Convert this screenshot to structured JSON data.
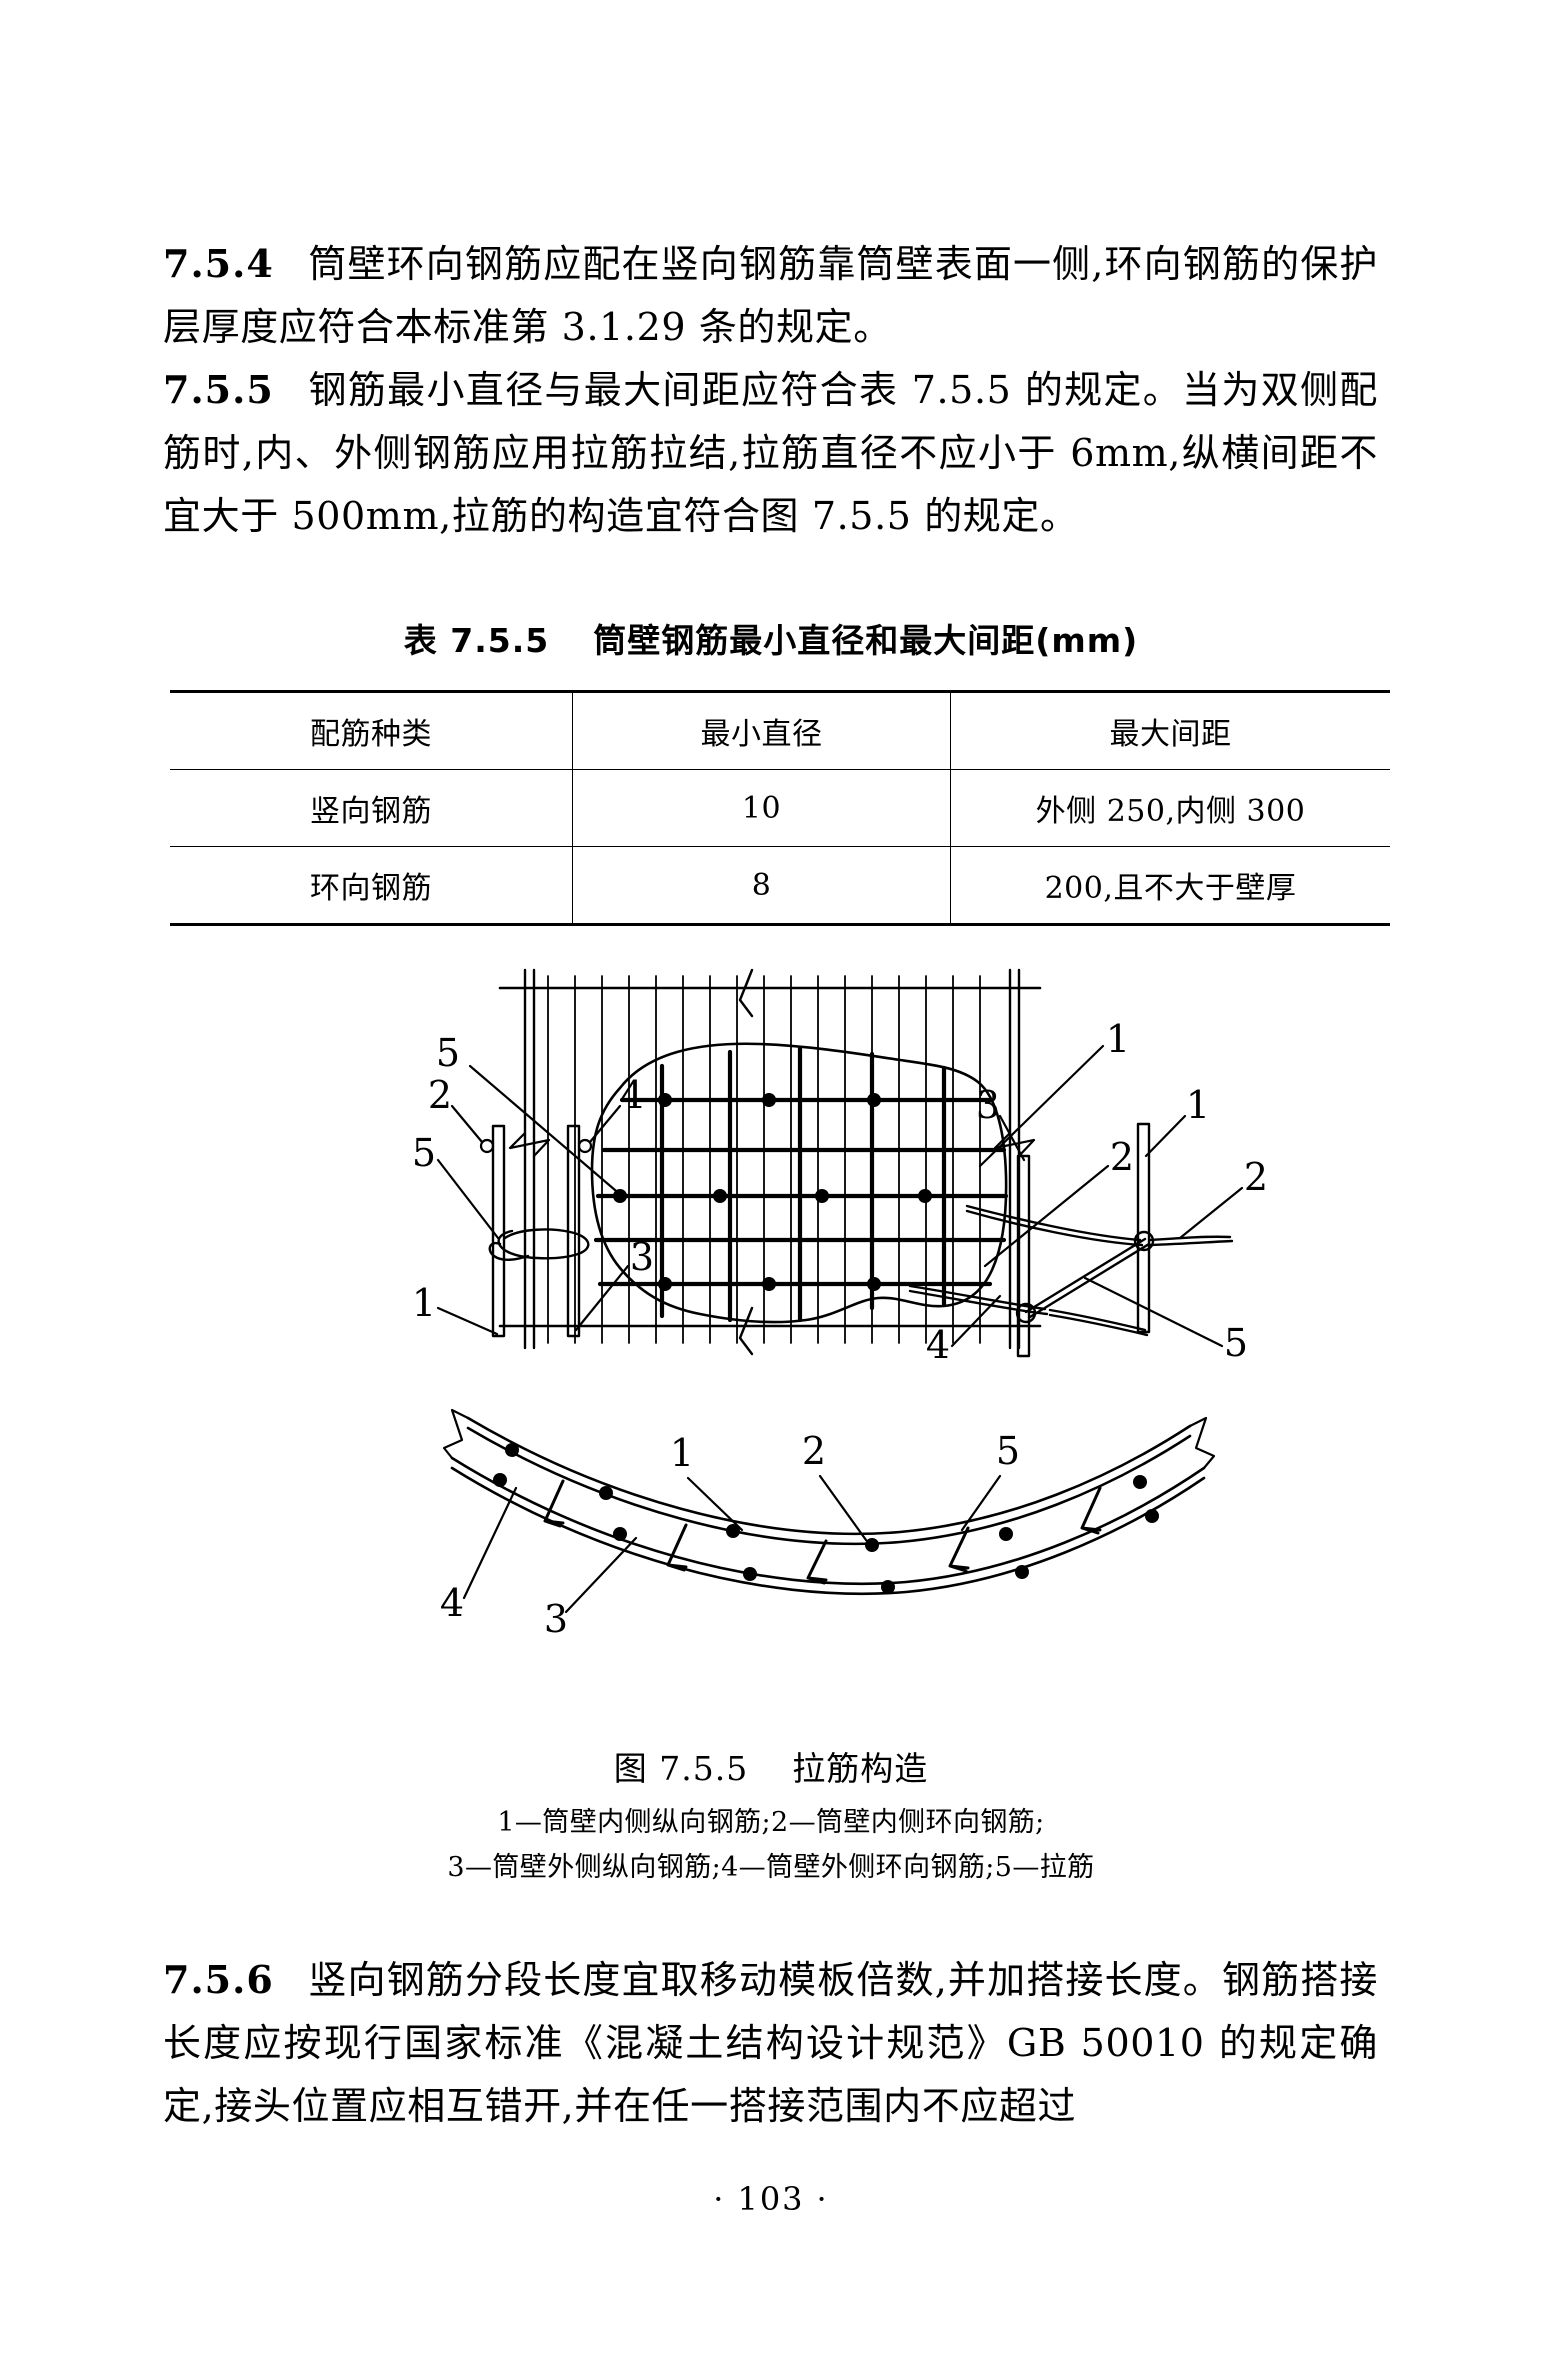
{
  "document": {
    "page_number": "103",
    "footer_left_dot": "·",
    "footer_right_dot": "·"
  },
  "paragraphs": [
    {
      "id": "7.5.4",
      "number": "7.5.4",
      "text": "筒壁环向钢筋应配在竖向钢筋靠筒壁表面一侧,环向钢筋的保护层厚度应符合本标准第 3.1.29 条的规定。"
    },
    {
      "id": "7.5.5",
      "number": "7.5.5",
      "text": "钢筋最小直径与最大间距应符合表 7.5.5 的规定。当为双侧配筋时,内、外侧钢筋应用拉筋拉结,拉筋直径不应小于 6mm,纵横间距不宜大于 500mm,拉筋的构造宜符合图 7.5.5 的规定。"
    },
    {
      "id": "7.5.6",
      "number": "7.5.6",
      "text": "竖向钢筋分段长度宜取移动模板倍数,并加搭接长度。钢筋搭接长度应按现行国家标准《混凝土结构设计规范》GB 50010 的规定确定,接头位置应相互错开,并在任一搭接范围内不应超过"
    }
  ],
  "table": {
    "label": "表 7.5.5",
    "caption": "筒壁钢筋最小直径和最大间距(mm)",
    "headers": [
      "配筋种类",
      "最小直径",
      "最大间距"
    ],
    "rows": [
      [
        "竖向钢筋",
        "10",
        "外侧 250,内侧 300"
      ],
      [
        "环向钢筋",
        "8",
        "200,且不大于壁厚"
      ]
    ]
  },
  "figure": {
    "label": "图 7.5.5",
    "title": "拉筋构造",
    "notes": [
      "1—筒壁内侧纵向钢筋;2—筒壁内侧环向钢筋;",
      "3—筒壁外侧纵向钢筋;4—筒壁外侧环向钢筋;5—拉筋"
    ],
    "callouts": {
      "top_view": [
        "5",
        "1",
        "2"
      ],
      "detail_left": [
        "2",
        "4",
        "5",
        "1",
        "3"
      ],
      "detail_right": [
        "3",
        "1",
        "2",
        "4",
        "5"
      ],
      "section_view": [
        "1",
        "2",
        "5",
        "4",
        "3"
      ]
    }
  }
}
